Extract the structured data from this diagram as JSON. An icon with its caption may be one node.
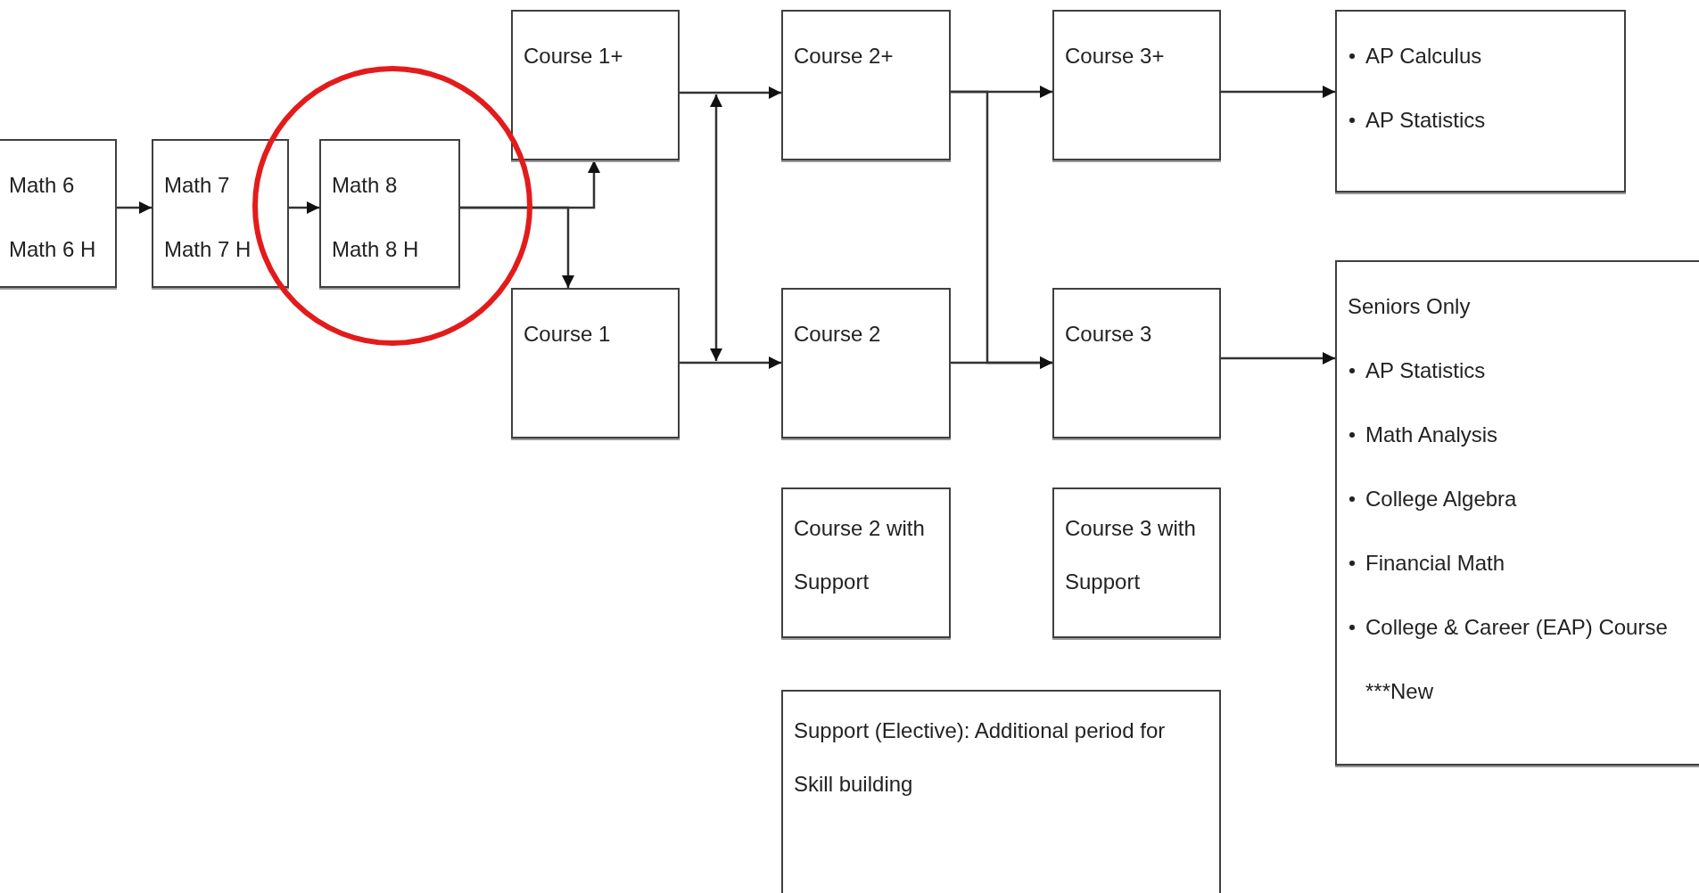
{
  "diagram": {
    "nodes": [
      {
        "text": [
          "Math 6",
          "Math 6 H"
        ]
      },
      {
        "text": [
          "Math 7",
          "Math 7 H"
        ]
      },
      {
        "text": [
          "Math 8",
          "Math 8 H"
        ]
      },
      {
        "text": [
          "Course 1+"
        ]
      },
      {
        "text": [
          "Course 1"
        ]
      },
      {
        "text": [
          "Course 2+"
        ]
      },
      {
        "text": [
          "Course 2"
        ]
      },
      {
        "text": [
          "Course 3+"
        ]
      },
      {
        "text": [
          "Course 3"
        ]
      },
      {
        "text": [
          "AP Calculus",
          "AP Statistics"
        ]
      },
      {
        "text": [
          "Seniors Only",
          "AP Statistics",
          "Math Analysis",
          "College Algebra",
          "Financial Math",
          "College & Career (EAP) Course",
          "***New"
        ]
      },
      {
        "text": [
          "Course 2 with Support"
        ]
      },
      {
        "text": [
          "Course 3 with Support"
        ]
      },
      {
        "text": [
          "Support (Elective): Additional period for Skill building"
        ]
      }
    ],
    "edges": [
      {
        "from": 0,
        "to": 1,
        "arrow": "to"
      },
      {
        "from": 1,
        "to": 2,
        "arrow": "to"
      },
      {
        "from": 2,
        "to": 3,
        "arrow": "to"
      },
      {
        "from": 2,
        "to": 4,
        "arrow": "to"
      },
      {
        "from": 3,
        "to": 5,
        "arrow": "to"
      },
      {
        "from": 4,
        "to": 6,
        "arrow": "to"
      },
      {
        "from": 5,
        "to": 7,
        "arrow": "to"
      },
      {
        "from": 5,
        "to": 8,
        "arrow": "to"
      },
      {
        "from": 6,
        "to": 8,
        "arrow": "to"
      },
      {
        "from": 7,
        "to": 9,
        "arrow": "to"
      },
      {
        "from": 8,
        "to": 10,
        "arrow": "to"
      }
    ]
  }
}
